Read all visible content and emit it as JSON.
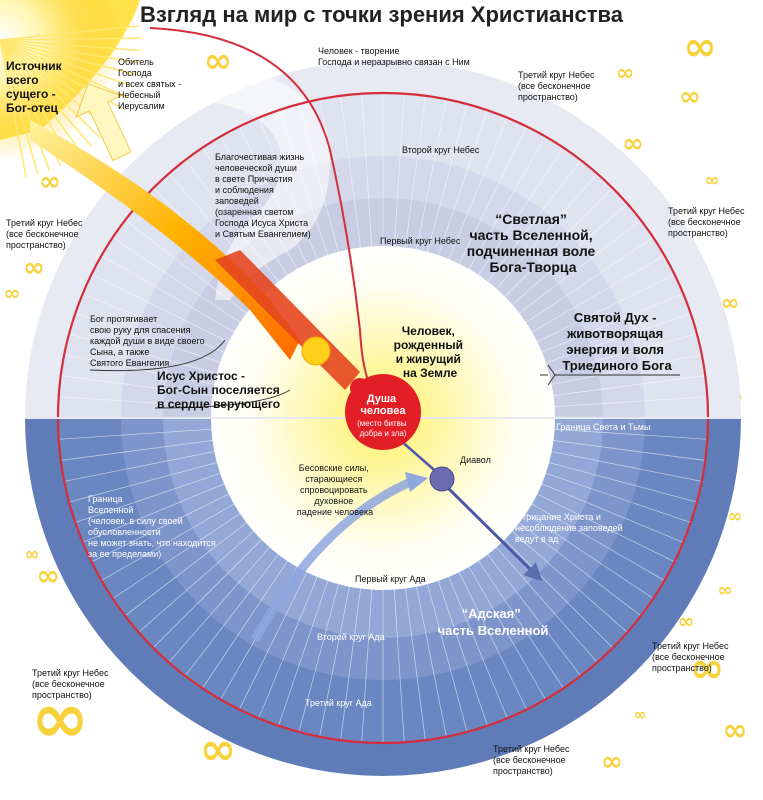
{
  "title": "Взгляд на мир с точки зрения Христианства",
  "colors": {
    "heaven_outer": "#e6e8f1",
    "heaven_mid": "#d3d6e8",
    "heaven_inner": "#c0c5de",
    "hell_outer": "#5f7cb9",
    "hell_mid": "#7890c7",
    "hell_inner": "#93a7d5",
    "border_red": "#d42e3b",
    "sun_yellow": "#ffd21c",
    "soul_red": "#e21f26",
    "devil_purple": "#6b6bb0",
    "infinity": "#f7d23d"
  },
  "labels": {
    "source": [
      "Источник",
      "всего",
      "сущего -",
      "Бог-отец"
    ],
    "abode": [
      "Обитель",
      "Господа",
      "и всех святых -",
      "Небесный",
      "Иерусалим"
    ],
    "man_creation": [
      "Человек - творение",
      "Господа и неразрывно связан с Ним"
    ],
    "third_heaven": [
      "Третий круг Небес",
      "(все бесконечное",
      "пространство)"
    ],
    "second_heaven": "Второй круг Небес",
    "first_heaven": "Первый круг Небес",
    "pious_life": [
      "Благочестивая жизнь",
      "человеческой души",
      "в свете Причастия",
      "и соблюдения",
      "заповедей",
      "(озаренная светом",
      "Господа Исуса Христа",
      "и Святым Евангелием)"
    ],
    "light_part": [
      "“Светлая”",
      "часть Вселенной,",
      "подчиненная воле",
      "Бога-Творца"
    ],
    "holy_spirit": [
      "Святой Дух -",
      "животворящая",
      "энергия и воля",
      "Триединого Бога"
    ],
    "god_hand": [
      "Бог протягивает",
      "свою руку для спасения",
      "каждой души в виде своего",
      "Сына, а также",
      "Святого Евангелия"
    ],
    "man_born": [
      "Человек,",
      "рожденный",
      "и живущий",
      "на Земле"
    ],
    "jesus": [
      "Исус Христос -",
      "Бог-Сын поселяется",
      "в сердце верующего"
    ],
    "soul": [
      "Душа",
      "человеа"
    ],
    "soul_sub": [
      "(место битвы",
      "добра и зла)"
    ],
    "light_dark_border": "Граница Света и Тьмы",
    "devil": "Диавол",
    "demonic": [
      "Бесовские силы,",
      "старающиеся",
      "спровоцировать",
      "духовное",
      "падение человека"
    ],
    "universe_border": [
      "Граница",
      "Вселенной",
      "(человек, в силу своей",
      "обусловленности",
      "не может знать, что находится",
      "за ее пределами)"
    ],
    "denial": [
      "Отрицание Христа и",
      "несоблюдение заповедей",
      "ведут в ад"
    ],
    "first_hell": "Первый круг Ада",
    "hell_part": [
      "“Адская”",
      "часть Вселенной"
    ],
    "second_hell": "Второй круг Ада",
    "third_hell": "Третий круг Ада",
    "infinity_symbol": "∞"
  }
}
